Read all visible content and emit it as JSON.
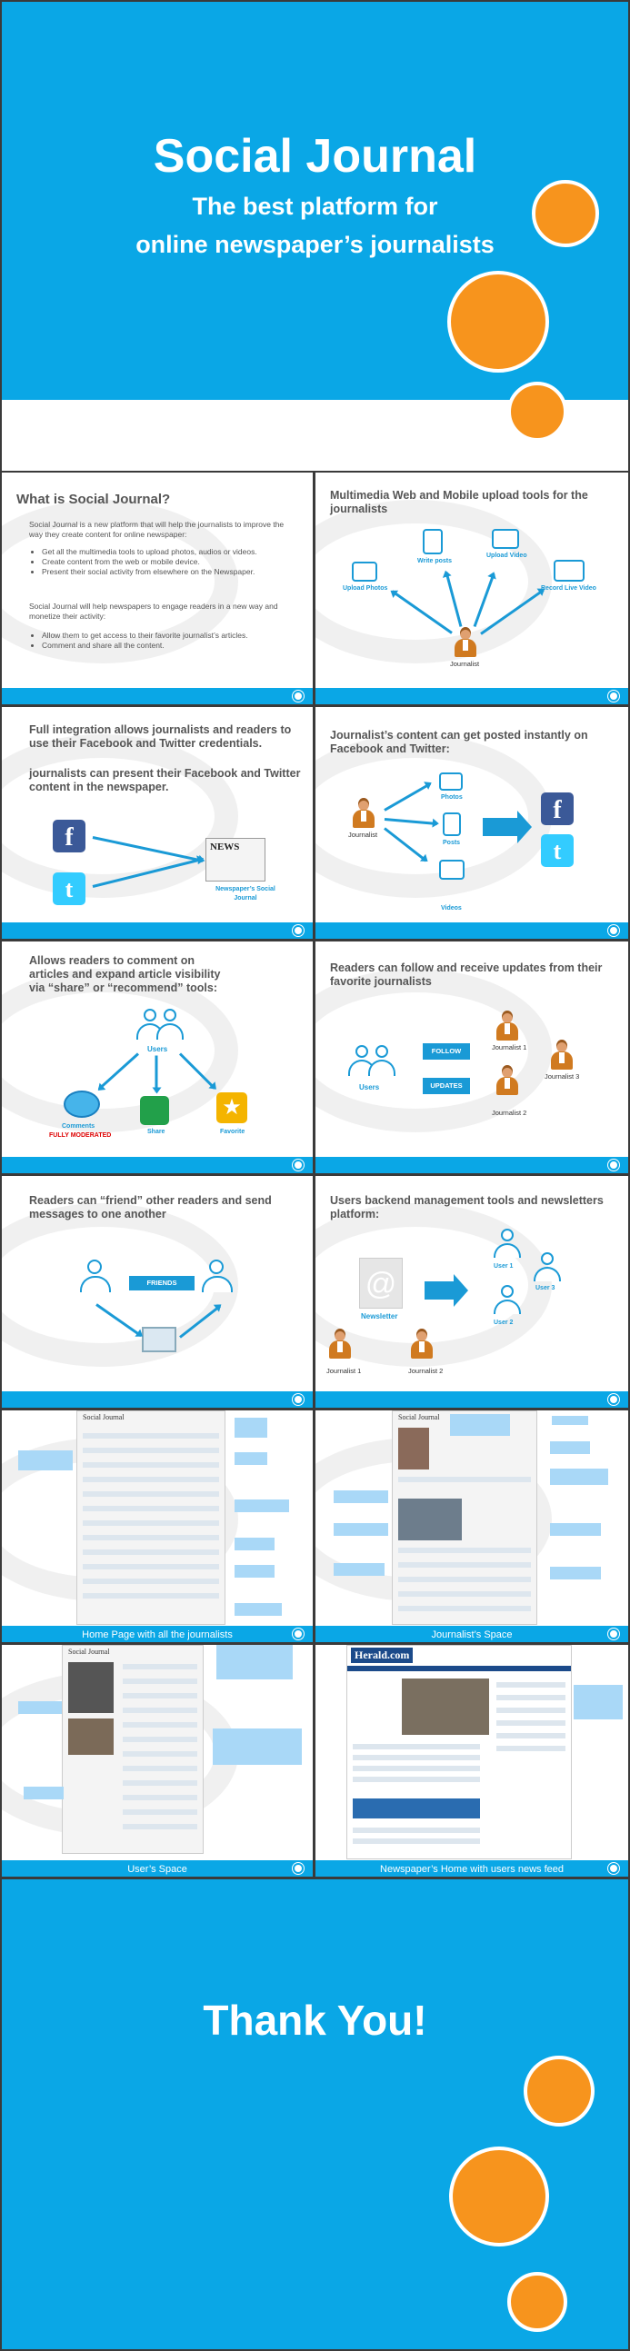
{
  "title_slide": {
    "title": "Social Journal",
    "subtitle_line1": "The best platform for",
    "subtitle_line2": "online newspaper’s journalists"
  },
  "s1": {
    "heading": "What is Social Journal?",
    "para1": "Social Journal is a new platform that will help the journalists to improve the way they create content for online newspaper:",
    "bullets1": [
      "Get all the multimedia  tools to upload photos, audios or videos.",
      "Create content from the web or mobile device.",
      "Present their social activity from elsewhere on the Newspaper."
    ],
    "para2": "Social Journal will help newspapers to engage readers in a new way and monetize their activity:",
    "bullets2": [
      "Allow them to get access to their favorite journalist’s articles.",
      "Comment and share all the content."
    ]
  },
  "s2": {
    "heading": "Multimedia Web and Mobile upload tools for the journalists",
    "labels": {
      "photos": "Upload Photos",
      "posts": "Write posts",
      "video": "Upload Video",
      "live": "Record Live Video",
      "journalist": "Journalist"
    }
  },
  "s3": {
    "heading1": "Full integration allows journalists and readers to use their Facebook and Twitter credentials.",
    "heading2": "journalists can present their Facebook and Twitter content in the newspaper.",
    "news": "NEWS",
    "caption": "Newspaper’s Social Journal"
  },
  "s4": {
    "heading": "Journalist’s content can get posted instantly on Facebook and Twitter:",
    "labels": {
      "journalist": "Journalist",
      "photos": "Photos",
      "posts": "Posts",
      "videos": "Videos"
    }
  },
  "s5": {
    "heading": "Allows readers to comment on articles and expand article visibility via “share” or “recommend” tools:",
    "labels": {
      "users": "Users",
      "comments": "Comments",
      "moderated": "FULLY MODERATED",
      "share": "Share",
      "favorite": "Favorite"
    }
  },
  "s6": {
    "heading": "Readers can follow and receive updates from their favorite journalists",
    "labels": {
      "users": "Users",
      "follow": "FOLLOW",
      "updates": "UPDATES",
      "j1": "Journalist 1",
      "j2": "Journalist 2",
      "j3": "Journalist 3"
    }
  },
  "s7": {
    "heading": "Readers can “friend” other readers and send messages to one another",
    "labels": {
      "friends": "FRIENDS"
    }
  },
  "s8": {
    "heading": "Users backend management tools and newsletters platform:",
    "labels": {
      "newsletter": "Newsletter",
      "user1": "User 1",
      "user2": "User 2",
      "user3": "User 3",
      "j1": "Journalist 1",
      "j2": "Journalist 2"
    }
  },
  "s9": {
    "caption": "Home Page with all the journalists",
    "app": "Social Journal"
  },
  "s10": {
    "caption": "Journalist’s Space",
    "app": "Social Journal"
  },
  "s11": {
    "caption": "User’s Space",
    "app": "Social Journal"
  },
  "s12": {
    "caption": "Newspaper’s Home with users news feed",
    "logo": "Herald.com"
  },
  "end_slide": {
    "title": "Thank You!"
  }
}
